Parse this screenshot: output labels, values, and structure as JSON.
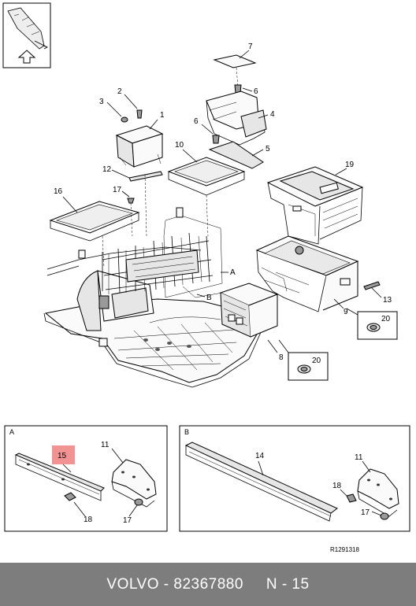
{
  "callouts": {
    "c1": "1",
    "c2": "2",
    "c3": "3",
    "c4": "4",
    "c5": "5",
    "c6a": "6",
    "c6b": "6",
    "c7": "7",
    "c8": "8",
    "c9": "9",
    "c10": "10",
    "c12": "12",
    "c13": "13",
    "c16": "16",
    "c17": "17",
    "c19": "19",
    "c20a": "20",
    "c20b": "20",
    "viewA": "A",
    "viewB": "B"
  },
  "detail_a": {
    "label": "A",
    "c15": "15",
    "c11": "11",
    "c18": "18",
    "c17": "17",
    "highlight_color": "#f08080"
  },
  "detail_b": {
    "label": "B",
    "c14": "14",
    "c11": "11",
    "c18": "18",
    "c17": "17"
  },
  "reference_code": "R1291318",
  "footer": {
    "brand": "VOLVO",
    "sep": " - ",
    "part_number": "82367880",
    "page": "N - 15"
  }
}
